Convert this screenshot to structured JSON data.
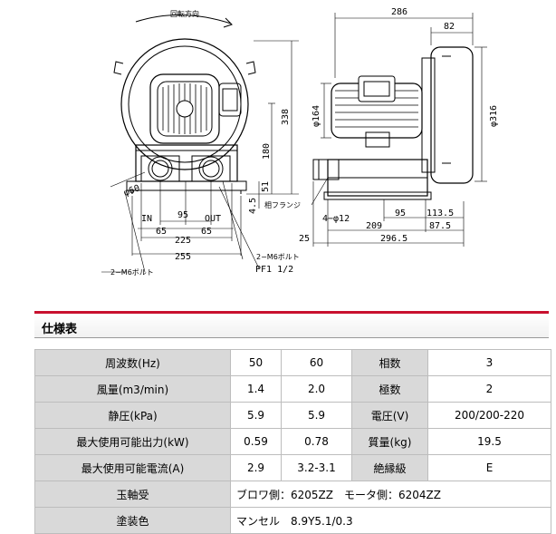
{
  "drawing": {
    "front": {
      "rotation_label": "回転方向",
      "dims": {
        "d338": "338",
        "d180": "180",
        "d51": "51",
        "d4_5": "4.5",
        "phi60": "φ60",
        "d95": "95",
        "d65a": "65",
        "d65b": "65",
        "d225": "225",
        "d255": "255"
      },
      "labels": {
        "in": "IN",
        "out": "OUT",
        "m6_top": "2−M6ボルト",
        "m6_bottom": "2−M6ボルト",
        "pf": "PF1 1/2"
      }
    },
    "side": {
      "dims": {
        "d286": "286",
        "d82": "82",
        "phi164": "φ164",
        "phi316": "φ316",
        "d95": "95",
        "d113_5": "113.5",
        "phi12": "4−φ12",
        "d209": "209",
        "d87_5": "87.5",
        "d25": "25",
        "d296_5": "296.5"
      },
      "labels": {
        "flange": "相フランジ"
      }
    }
  },
  "spec": {
    "title": "仕様表",
    "rows": [
      {
        "h1": "周波数(Hz)",
        "v50": "50",
        "v60": "60",
        "h2": "相数",
        "v2": "3"
      },
      {
        "h1": "風量(m3/min)",
        "v50": "1.4",
        "v60": "2.0",
        "h2": "極数",
        "v2": "2"
      },
      {
        "h1": "静圧(kPa)",
        "v50": "5.9",
        "v60": "5.9",
        "h2": "電圧(V)",
        "v2": "200/200-220"
      },
      {
        "h1": "最大使用可能出力(kW)",
        "v50": "0.59",
        "v60": "0.78",
        "h2": "質量(kg)",
        "v2": "19.5"
      },
      {
        "h1": "最大使用可能電流(A)",
        "v50": "2.9",
        "v60": "3.2-3.1",
        "h2": "絶縁級",
        "v2": "E"
      }
    ],
    "bearing": {
      "label": "玉軸受",
      "value": "ブロワ側：6205ZZ　モータ側：6204ZZ"
    },
    "paint": {
      "label": "塗装色",
      "value": "マンセル　8.9Y5.1/0.3"
    }
  }
}
